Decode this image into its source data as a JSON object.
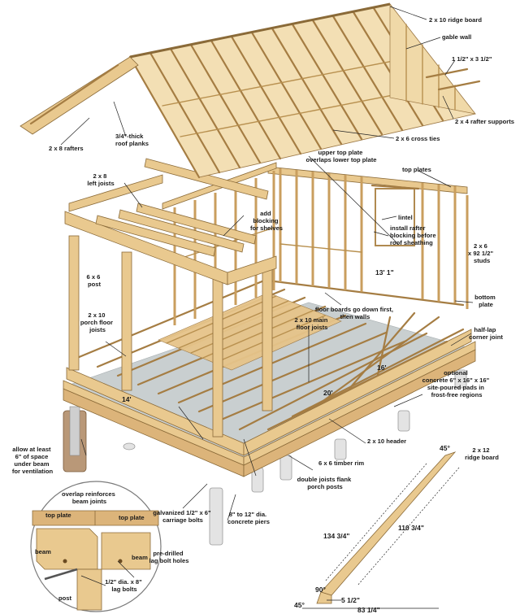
{
  "labels": {
    "ridge_board": "2 x 10 ridge board",
    "gable_wall": "gable wall",
    "rafter_support_size": "1 1/2\" x 3 1/2\"",
    "rafter_supports": "2 x 4 rafter supports",
    "cross_ties": "2 x 6 cross ties",
    "roof_planks_1": "3/4\"-thick",
    "roof_planks_2": "roof planks",
    "rafters": "2 x 8 rafters",
    "upper_top_plate_1": "upper top plate",
    "upper_top_plate_2": "overlaps lower top plate",
    "top_plates": "top plates",
    "left_joists_1": "2 x 8",
    "left_joists_2": "left joists",
    "add_blocking_1": "add",
    "add_blocking_2": "blocking",
    "add_blocking_3": "for shelves",
    "lintel": "lintel",
    "install_rafter_1": "install rafter",
    "install_rafter_2": "blocking before",
    "install_rafter_3": "roof sheathing",
    "studs_1": "2 x 6",
    "studs_2": "x 92 1/2\"",
    "studs_3": "studs",
    "post_1": "6 x 6",
    "post_2": "post",
    "porch_joists_1": "2 x 10",
    "porch_joists_2": "porch floor",
    "porch_joists_3": "joists",
    "floor_boards_1": "floor boards go down first,",
    "floor_boards_2": "then walls",
    "bottom_plate_1": "bottom",
    "bottom_plate_2": "plate",
    "main_joists_1": "2 x 10 main",
    "main_joists_2": "floor joists",
    "half_lap_1": "half-lap",
    "half_lap_2": "corner joint",
    "pads_1": "optional",
    "pads_2": "concrete 6\" x 16\" x 16\"",
    "pads_3": "site-poured pads in",
    "pads_4": "frost-free regions",
    "header": "2 x 10 header",
    "timber_rim": "6 x 6 timber rim",
    "allow_1": "allow at least",
    "allow_2": "6\" of space",
    "allow_3": "under beam",
    "allow_4": "for ventilation",
    "double_joists_1": "double joists flank",
    "double_joists_2": "porch posts",
    "overlap_1": "overlap reinforces",
    "overlap_2": "beam joints",
    "top_plate_left": "top plate",
    "top_plate_right": "top plate",
    "beam_left": "beam",
    "beam_right": "beam",
    "post": "post",
    "lag_bolts_1": "1/2\" dia. x 8\"",
    "lag_bolts_2": "lag bolts",
    "predrilled_1": "pre-drilled",
    "predrilled_2": "lag bolt holes",
    "carriage_1": "galvanized 1/2\" x 6\"",
    "carriage_2": "carriage bolts",
    "piers_1": "8\" to 12\" dia.",
    "piers_2": "concrete piers",
    "ridge_board_12_1": "2 x 12",
    "ridge_board_12_2": "ridge board"
  },
  "dimensions": {
    "interior": "13' 1\"",
    "width_16": "16'",
    "length_20": "20'",
    "porch_14": "14'",
    "rafter_134": "134 3/4\"",
    "rafter_110": "110 3/4\"",
    "angle_top": "45°",
    "angle_90": "90°",
    "angle_bottom": "45°",
    "seat_cut": "5 1/2\"",
    "run": "83 1/4\""
  },
  "colors": {
    "wood": "#e9c98f",
    "wood_dark": "#dcb47a",
    "wood_edge": "#8a6a38",
    "ground": "#c9cfd0",
    "concrete": "#e3e3e3",
    "text": "#1a1a1a"
  }
}
